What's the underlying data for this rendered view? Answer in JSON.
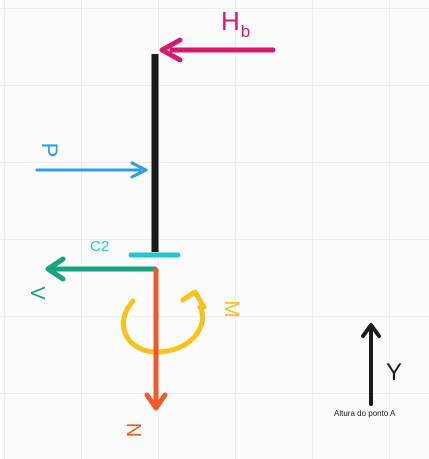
{
  "colors": {
    "hb": "#d61a6b",
    "p": "#2f9ee6",
    "column": "#1a1a1a",
    "c2": "#29c4d0",
    "v": "#17a37e",
    "n": "#f05a2a",
    "m": "#f7c21c",
    "y": "#1a1a1a"
  },
  "labels": {
    "hb_main": "H",
    "hb_sub": "b",
    "p": "P",
    "c2": "C2",
    "v": "V",
    "m": "M",
    "n": "N",
    "y": "Y",
    "y_caption": "Altura do ponto A"
  }
}
